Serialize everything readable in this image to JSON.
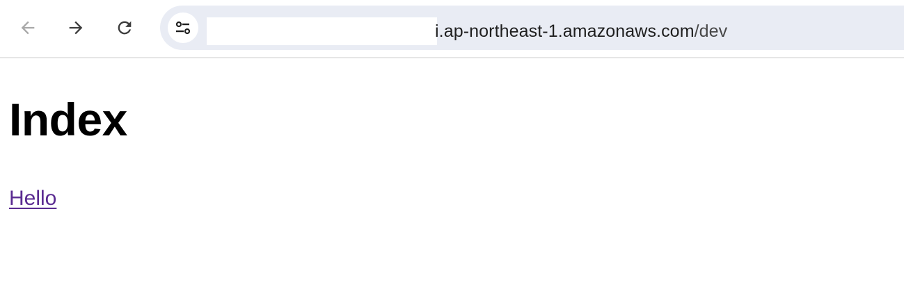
{
  "browser": {
    "toolbar": {
      "back_icon": "arrow-left-icon",
      "forward_icon": "arrow-right-icon",
      "reload_icon": "reload-icon",
      "back_enabled": false,
      "forward_enabled": true
    },
    "omnibox": {
      "site_info_icon": "tune-icon",
      "url_redacted": true,
      "url_host_visible": "i.ap-northeast-1.amazonaws.com",
      "url_path": "/dev",
      "background_color": "#e9ecf4"
    }
  },
  "page": {
    "title": "Index",
    "link": {
      "label": "Hello",
      "color": "#5a2a91",
      "visited": true
    }
  }
}
